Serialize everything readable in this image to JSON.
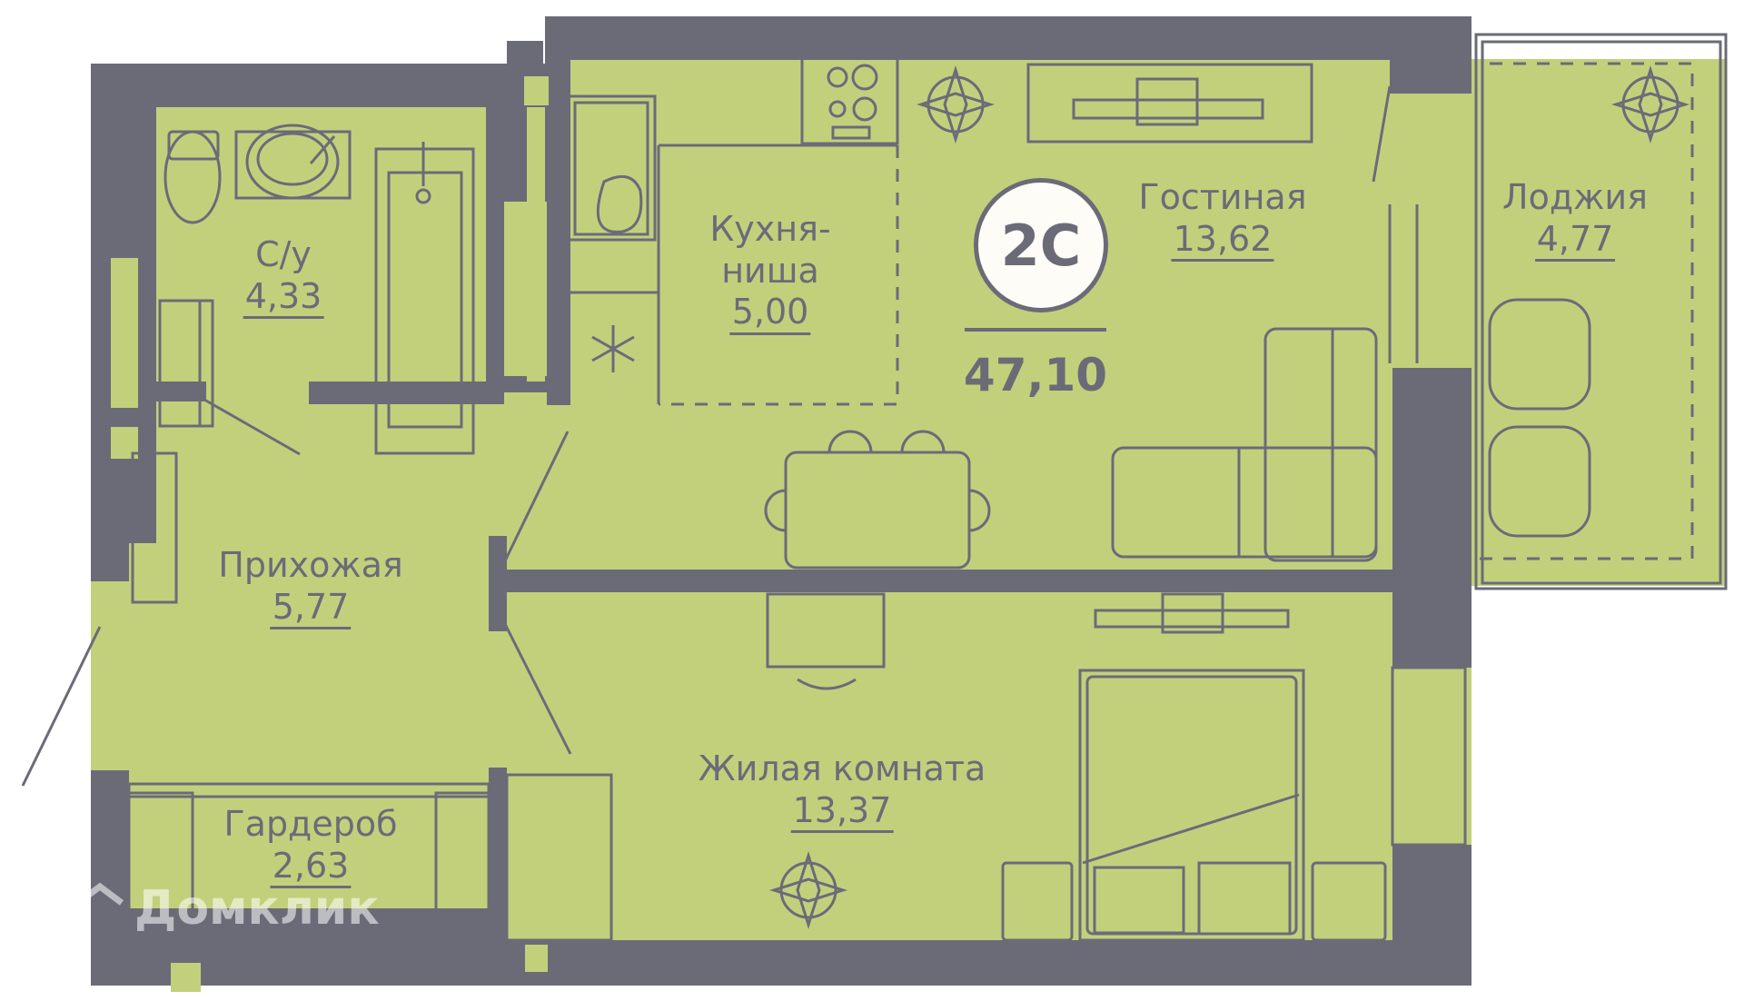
{
  "plan": {
    "apartment_type": "2С",
    "total_area": "47,10",
    "colors": {
      "wall": "#6b6b78",
      "floor": "#c2d07c",
      "badge_bg": "#fdfcf6"
    },
    "rooms": [
      {
        "id": "bathroom",
        "name": "С/у",
        "area": "4,33"
      },
      {
        "id": "kitchen",
        "name_line1": "Кухня-",
        "name_line2": "ниша",
        "area": "5,00"
      },
      {
        "id": "living",
        "name": "Гостиная",
        "area": "13,62"
      },
      {
        "id": "loggia",
        "name": "Лоджия",
        "area": "4,77"
      },
      {
        "id": "hallway",
        "name": "Прихожая",
        "area": "5,77"
      },
      {
        "id": "wardrobe",
        "name": "Гардероб",
        "area": "2,63"
      },
      {
        "id": "bedroom",
        "name": "Жилая комната",
        "area": "13,37"
      }
    ]
  },
  "watermark": {
    "text": "Домклик",
    "icon": "house-icon"
  }
}
